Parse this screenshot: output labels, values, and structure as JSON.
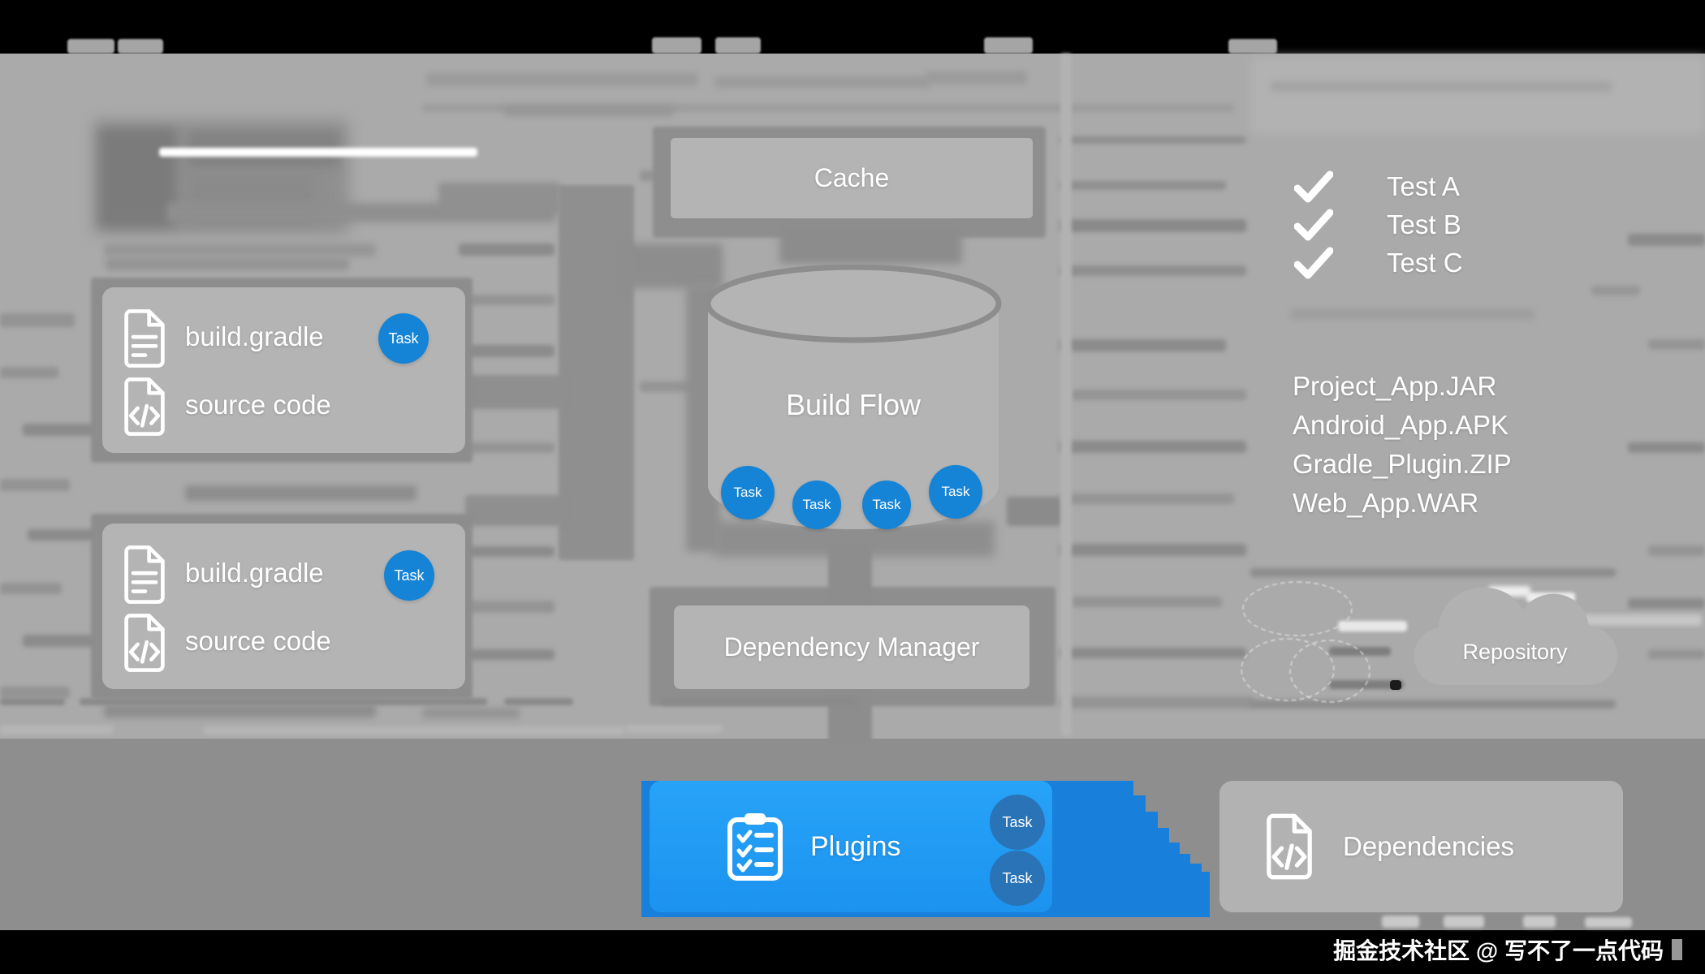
{
  "cache": {
    "label": "Cache"
  },
  "build_flow": {
    "label": "Build Flow",
    "tasks": [
      "Task",
      "Task",
      "Task",
      "Task"
    ]
  },
  "dependency_manager": {
    "label": "Dependency Manager"
  },
  "project_cards": [
    {
      "file_name": "build.gradle",
      "task_badge": "Task",
      "source_label": "source code"
    },
    {
      "file_name": "build.gradle",
      "task_badge": "Task",
      "source_label": "source code"
    }
  ],
  "tests": [
    "Test A",
    "Test B",
    "Test C"
  ],
  "artifacts": [
    "Project_App.JAR",
    "Android_App.APK",
    "Gradle_Plugin.ZIP",
    "Web_App.WAR"
  ],
  "repository": {
    "label": "Repository"
  },
  "plugins": {
    "label": "Plugins",
    "tasks": [
      "Task",
      "Task"
    ]
  },
  "dependencies": {
    "label": "Dependencies"
  },
  "watermark": "掘金技术社区 @ 写不了一点代码",
  "icons": {
    "gradle_file": "file-lines-icon",
    "source_code": "code-file-icon",
    "tests": "checkmark-icon",
    "plugins": "clipboard-check-icon",
    "dependencies": "code-file-icon",
    "repository": "cloud-shape"
  },
  "colors": {
    "task_blue": "#1583d6",
    "plugins_blue": "#1b93ef",
    "plugins_back_blue": "#187fdb",
    "plugins_task_blue": "#2973b6",
    "background_gray": "#aaaaaa",
    "panel_gray": "#b4b4b4",
    "band_gray": "#8e8e8e",
    "bar_black": "#000000"
  }
}
